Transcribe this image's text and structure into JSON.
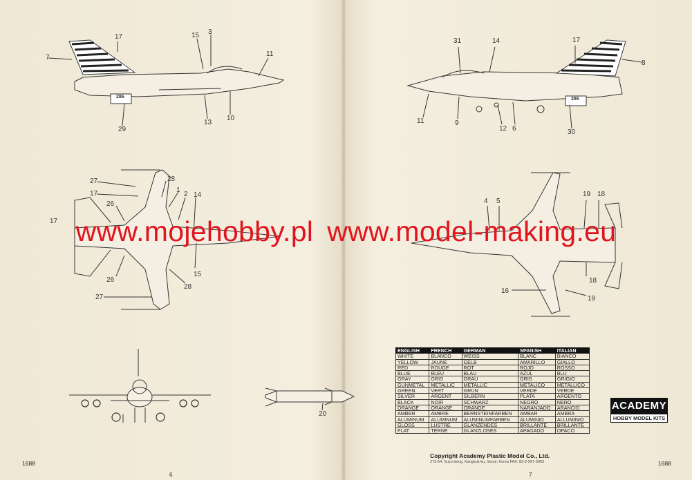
{
  "watermark": {
    "left": "www.mojehobby.pl",
    "right": "www.model-making.eu"
  },
  "callouts": {
    "side_left": [
      "7",
      "17",
      "15",
      "3",
      "11",
      "10",
      "13",
      "29"
    ],
    "side_right": [
      "31",
      "14",
      "17",
      "8",
      "11",
      "9",
      "12",
      "6",
      "30"
    ],
    "top_view": [
      "27",
      "17",
      "28",
      "1",
      "2",
      "14",
      "26",
      "17",
      "26",
      "15",
      "28",
      "27"
    ],
    "bottom_view": [
      "4",
      "5",
      "19",
      "18",
      "18",
      "16",
      "19"
    ],
    "missile": "20"
  },
  "tail_number": "286",
  "color_chart": {
    "headers": [
      "ENGLISH",
      "FRENCH",
      "GERMAN",
      "SPANISH",
      "ITALIAN"
    ],
    "rows": [
      [
        "WHITE",
        "BLANCO",
        "WEISS",
        "BLANC",
        "BIANCO"
      ],
      [
        "YELLOW",
        "JAUNE",
        "GELB",
        "AMARILLO",
        "GIALLO"
      ],
      [
        "RED",
        "ROUGE",
        "ROT",
        "ROJO",
        "ROSSO"
      ],
      [
        "BLUE",
        "BLEU",
        "BLAU",
        "AZUL",
        "BLU"
      ],
      [
        "GRAY",
        "GRIS",
        "GRAU",
        "GRIS",
        "GRIGIO"
      ],
      [
        "GUNMETAL",
        "METALLIC",
        "METALLIC",
        "METALICO",
        "METALLICO"
      ],
      [
        "GREEN",
        "VERT",
        "GRUN",
        "VERDE",
        "VERDE"
      ],
      [
        "SILVER",
        "ARGENT",
        "SILBERN",
        "PLATA",
        "ARGENTO"
      ],
      [
        "BLACK",
        "NOIR",
        "SCHWARZ",
        "NEGRO",
        "NERO"
      ],
      [
        "ORANGE",
        "ORANGE",
        "ORANGE",
        "NARANJADO",
        "ARANCIO"
      ],
      [
        "AMBER",
        "AMBRE",
        "BERNSTEINFARBEN",
        "AMBAR",
        "AMBRA"
      ],
      [
        "ALUMINUM",
        "ALUMINUM",
        "ALUMINUMFARBEN",
        "ALUMINIO",
        "ALLUMINIO"
      ],
      [
        "GLOSS",
        "LUSTRE",
        "GLANZENDES",
        "BRILLANTE",
        "BRILLANTE"
      ],
      [
        "FLAT",
        "TERNE",
        "GLANZLOSES",
        "APAGADO",
        "OPACO"
      ]
    ]
  },
  "logo": {
    "brand": "ACADEMY",
    "tagline": "HOBBY MODEL KITS"
  },
  "footer": {
    "copyright": "Copyright  Academy Plastic Model Co., Ltd.",
    "address": "273-64, Suyu-dong, Kangbuk-ku, Seoul, Korea   FAX: 82-2-997-3003",
    "kit_left": "1688",
    "kit_right": "1688",
    "page_left": "6",
    "page_right": "7"
  },
  "colors": {
    "watermark": "#e0141e",
    "paper": "#f1ebd9",
    "ink": "#222222"
  }
}
